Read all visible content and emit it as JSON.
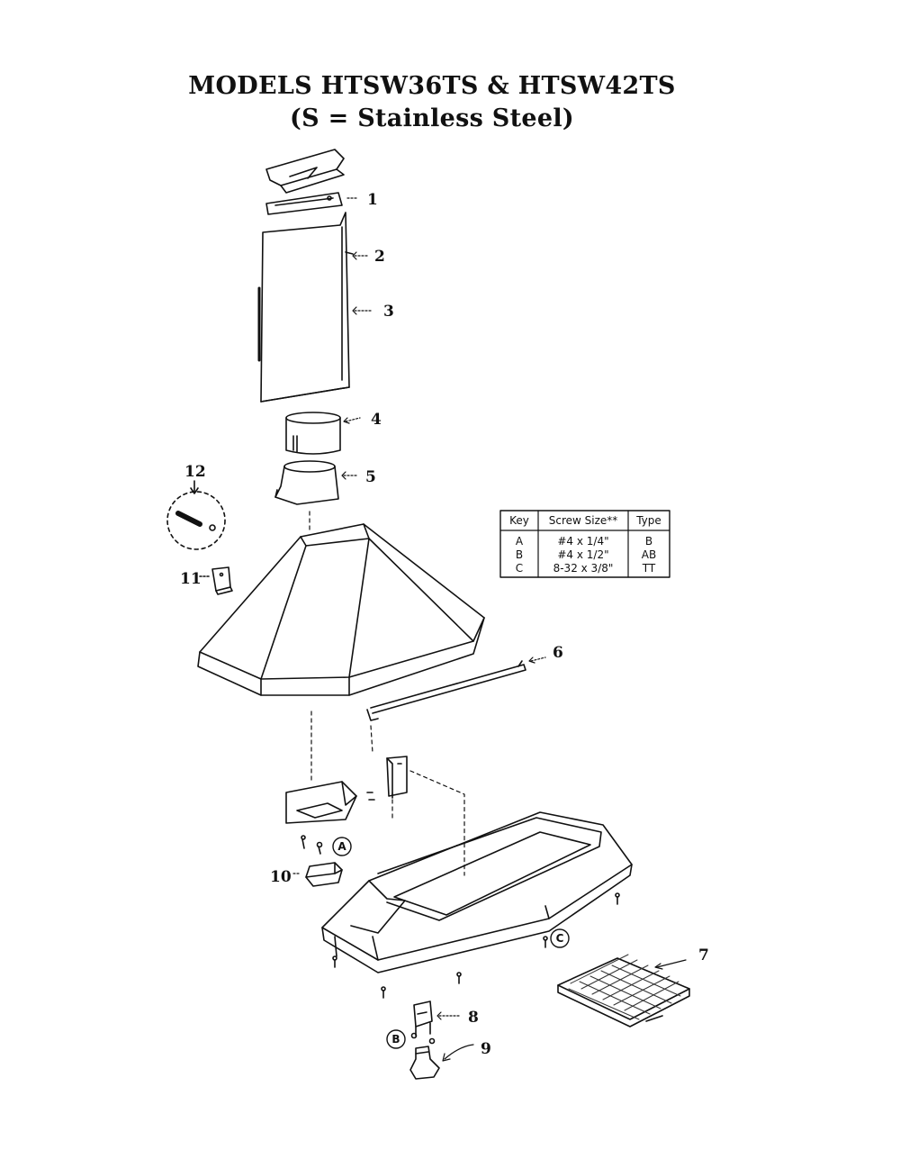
{
  "title": "MODELS HTSW36TS & HTSW42TS",
  "subtitle": "(S = Stainless Steel)",
  "part_labels": [
    "1",
    "2",
    "3",
    "4",
    "5",
    "6",
    "7",
    "8",
    "9",
    "10",
    "11",
    "12"
  ],
  "screw_callouts": [
    "A",
    "B",
    "C"
  ],
  "screw_table": {
    "headers": [
      "Key",
      "Screw Size**",
      "Type"
    ],
    "rows": [
      [
        "A",
        "#4 x 1/4\"",
        "B"
      ],
      [
        "B",
        "#4 x 1/2\"",
        "AB"
      ],
      [
        "C",
        "8-32 x 3/8\"",
        "TT"
      ]
    ]
  }
}
